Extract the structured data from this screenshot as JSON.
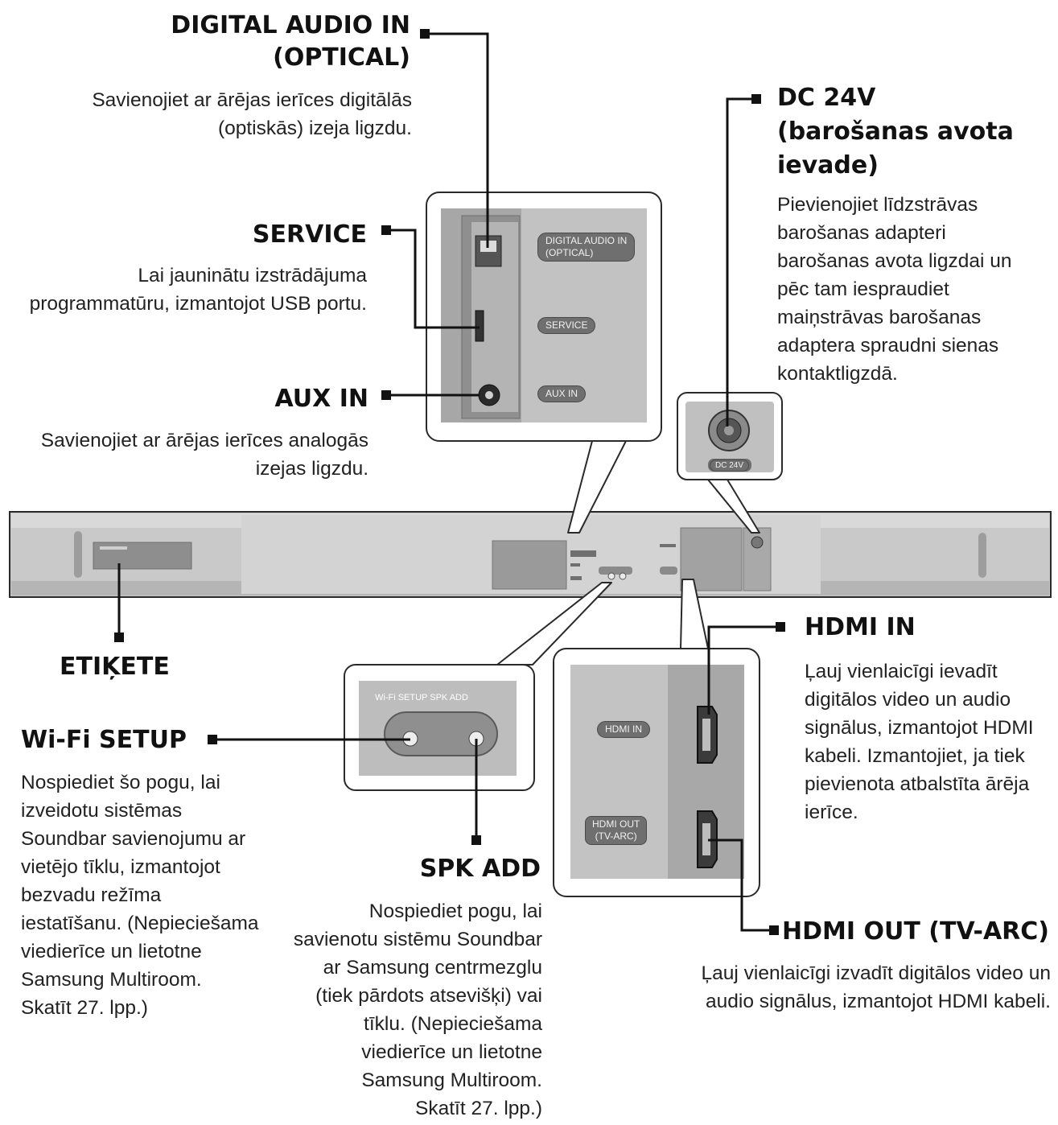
{
  "callouts": {
    "optical": {
      "title": "DIGITAL AUDIO IN\n(OPTICAL)",
      "desc": "Savienojiet ar ārējas ierīces digitālās\n(optiskās) izeja ligzdu."
    },
    "service": {
      "title": "SERVICE",
      "desc": "Lai jauninātu izstrādājuma\nprogrammatūru, izmantojot USB portu."
    },
    "aux": {
      "title": "AUX IN",
      "desc": "Savienojiet ar ārējas ierīces analogās\nizejas ligzdu."
    },
    "dc": {
      "title": "DC 24V\n(barošanas avota\nievade)",
      "desc": "Pievienojiet līdzstrāvas\nbarošanas adapteri\nbarošanas avota ligzdai un\npēc tam iespraudiet\nmaiņstrāvas barošanas\nadaptera spraudni sienas\nkontaktligzdā."
    },
    "label": {
      "title": "ETIĶETE"
    },
    "hdmi_in": {
      "title": "HDMI IN",
      "desc": "Ļauj vienlaicīgi ievadīt\ndigitālos video un audio\nsignālus, izmantojot HDMI\nkabeli. Izmantojiet, ja tiek\npievienota atbalstīta ārēja\nierīce."
    },
    "wifi": {
      "title": "Wi-Fi SETUP",
      "desc": "Nospiediet šo pogu, lai\nizveidotu sistēmas\nSoundbar savienojumu ar\nvietējo tīklu, izmantojot\nbezvadu režīma\niestatīšanu. (Nepieciešama\nviedierīce un lietotne\nSamsung Multiroom.\nSkatīt 27. lpp.)"
    },
    "spk": {
      "title": "SPK ADD",
      "desc": "Nospiediet pogu, lai\nsavienotu sistēmu Soundbar\nar Samsung centrmezglu\n(tiek pārdots atsevišķi) vai\ntīklu. (Nepieciešama\nviedierīce un lietotne\nSamsung Multiroom.\nSkatīt 27. lpp.)"
    },
    "hdmi_out": {
      "title": "HDMI OUT (TV-ARC)",
      "desc": "Ļauj vienlaicīgi izvadīt digitālos video un\naudio signālus, izmantojot HDMI kabeli."
    }
  },
  "panel_labels": {
    "optical": "DIGITAL AUDIO IN\n(OPTICAL)",
    "service": "SERVICE",
    "aux": "AUX IN",
    "dc": "DC 24V",
    "buttons": "Wi-Fi SETUP SPK ADD",
    "hdmi_in": "HDMI IN",
    "hdmi_out": "HDMI OUT\n(TV-ARC)"
  },
  "colors": {
    "ink": "#111111",
    "panel": "#c4c4c4",
    "panel_dark": "#a9a9a9",
    "label_bg": "#6f6f6f",
    "soundbar": "#c8c8c8"
  }
}
